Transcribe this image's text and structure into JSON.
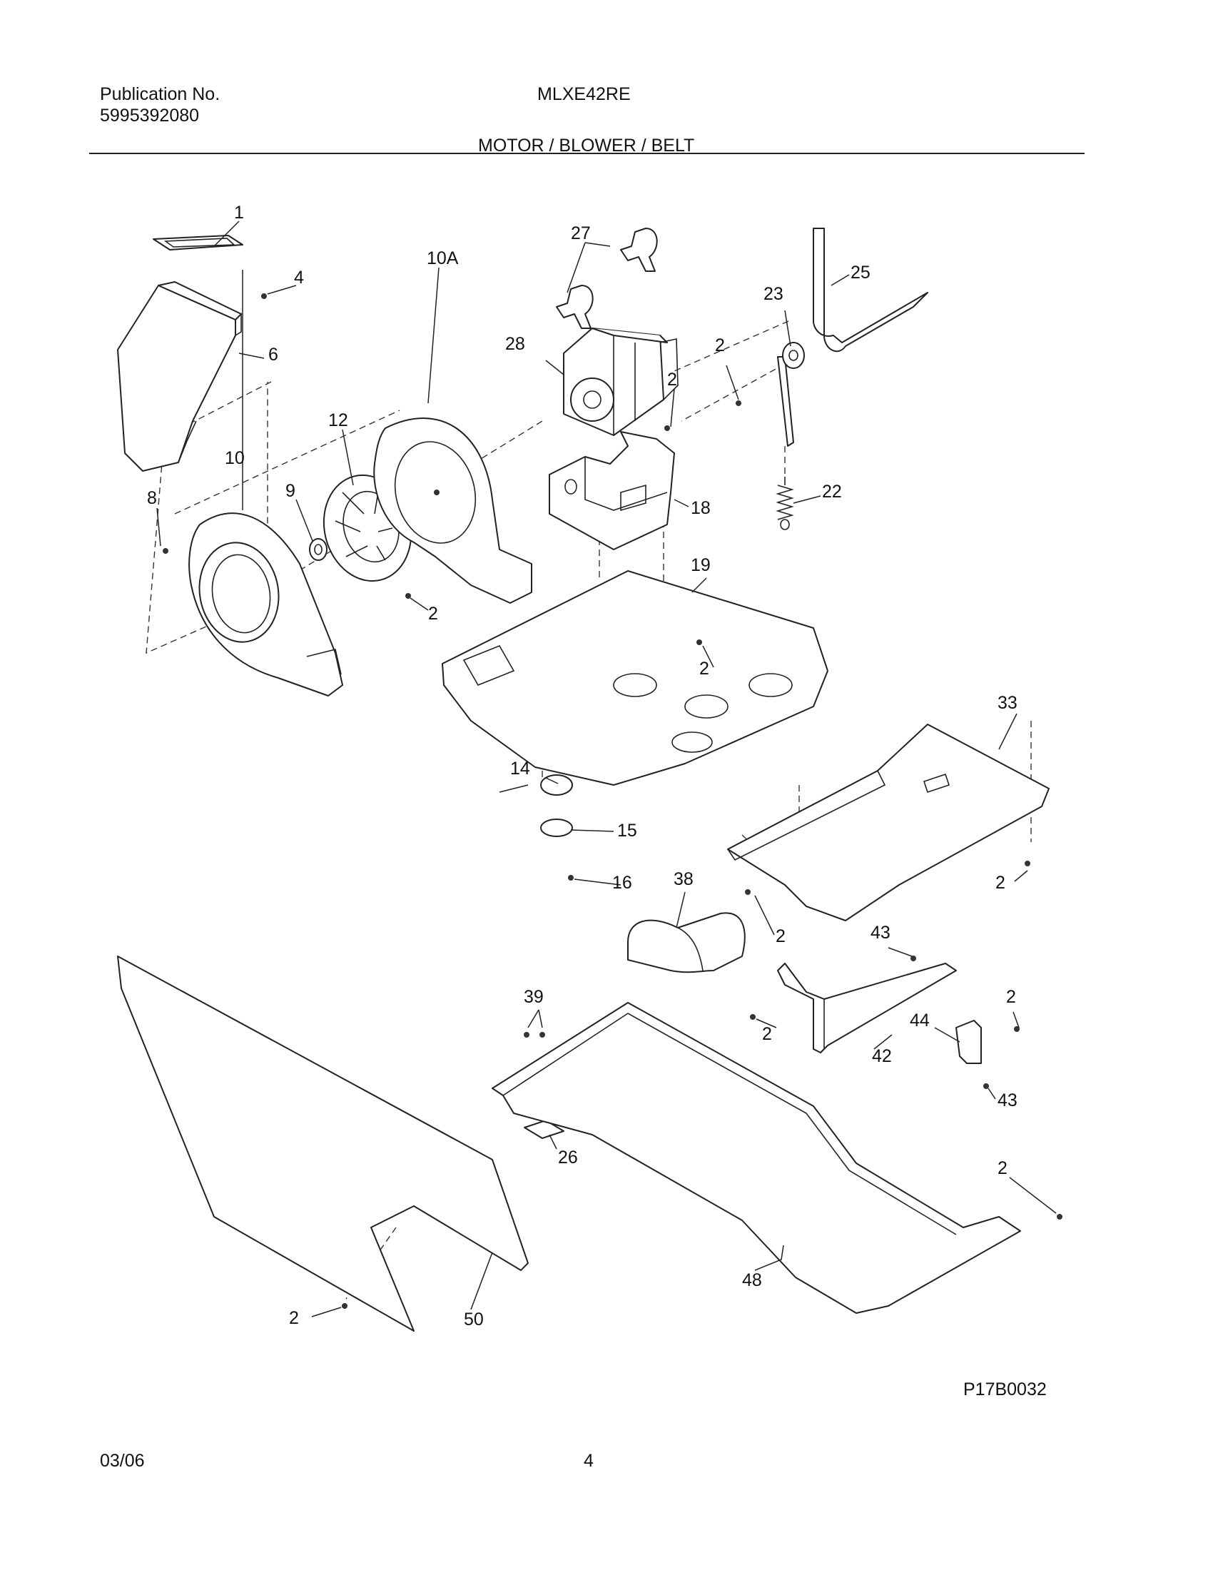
{
  "header": {
    "publication_label": "Publication No.",
    "publication_number": "5995392080",
    "model": "MLXE42RE",
    "section_title": "MOTOR / BLOWER / BELT"
  },
  "footer": {
    "date": "03/06",
    "page_number": "4",
    "drawing_id": "P17B0032"
  },
  "callouts": [
    {
      "id": "c1",
      "label": "1"
    },
    {
      "id": "c4",
      "label": "4"
    },
    {
      "id": "c6",
      "label": "6"
    },
    {
      "id": "c10a",
      "label": "10A"
    },
    {
      "id": "c12",
      "label": "12"
    },
    {
      "id": "c10",
      "label": "10"
    },
    {
      "id": "c9",
      "label": "9"
    },
    {
      "id": "c8",
      "label": "8"
    },
    {
      "id": "c2a",
      "label": "2"
    },
    {
      "id": "c27",
      "label": "27"
    },
    {
      "id": "c28",
      "label": "28"
    },
    {
      "id": "c2b",
      "label": "2"
    },
    {
      "id": "c2c",
      "label": "2"
    },
    {
      "id": "c18",
      "label": "18"
    },
    {
      "id": "c19",
      "label": "19"
    },
    {
      "id": "c2d",
      "label": "2"
    },
    {
      "id": "c23",
      "label": "23"
    },
    {
      "id": "c25",
      "label": "25"
    },
    {
      "id": "c22",
      "label": "22"
    },
    {
      "id": "c33",
      "label": "33"
    },
    {
      "id": "c2e",
      "label": "2"
    },
    {
      "id": "c14",
      "label": "14"
    },
    {
      "id": "c15",
      "label": "15"
    },
    {
      "id": "c16",
      "label": "16"
    },
    {
      "id": "c38",
      "label": "38"
    },
    {
      "id": "c2f",
      "label": "2"
    },
    {
      "id": "c43a",
      "label": "43"
    },
    {
      "id": "c2g",
      "label": "2"
    },
    {
      "id": "c44",
      "label": "44"
    },
    {
      "id": "c2h",
      "label": "2"
    },
    {
      "id": "c42",
      "label": "42"
    },
    {
      "id": "c43b",
      "label": "43"
    },
    {
      "id": "c39",
      "label": "39"
    },
    {
      "id": "c26",
      "label": "26"
    },
    {
      "id": "c2i",
      "label": "2"
    },
    {
      "id": "c48",
      "label": "48"
    },
    {
      "id": "c50",
      "label": "50"
    },
    {
      "id": "c2j",
      "label": "2"
    }
  ]
}
